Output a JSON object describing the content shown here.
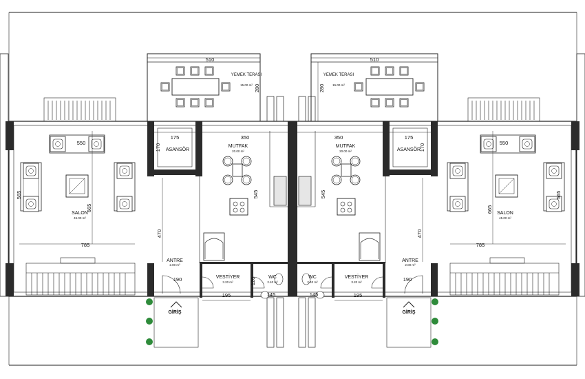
{
  "rooms": {
    "yemek_terasi_name": "YEMEK TERASI",
    "yemek_terasi_area": "15.00 m²",
    "mutfak_name": "MUTFAK",
    "mutfak_area": "20.00 m²",
    "asansor_name": "ASANSÖR",
    "salon_name": "SALON",
    "salon_area_left": "45.00 m²",
    "salon_area_right": "45.00 m²",
    "antre_name": "ANTRE",
    "antre_area": "2.00 m²",
    "vestiyer_name": "VESTİYER",
    "vestiyer_area": "3.20 m²",
    "wc_name": "WC",
    "wc_area": "2.40 m²",
    "giris_name": "GİRİŞ"
  },
  "dimensions": {
    "d510": "510",
    "d280": "280",
    "d350": "350",
    "d175": "175",
    "d545": "545",
    "d565": "565",
    "d550": "550",
    "d665": "665",
    "d470": "470",
    "d785": "785",
    "d190": "190",
    "d195": "195",
    "d145": "145",
    "d170": "170",
    "d120": "120"
  },
  "colors": {
    "line": "#1a1a1a",
    "wall": "#2b2b2b",
    "wall_fill": "#d9d9d9",
    "hedge": "#2e8b3a"
  }
}
